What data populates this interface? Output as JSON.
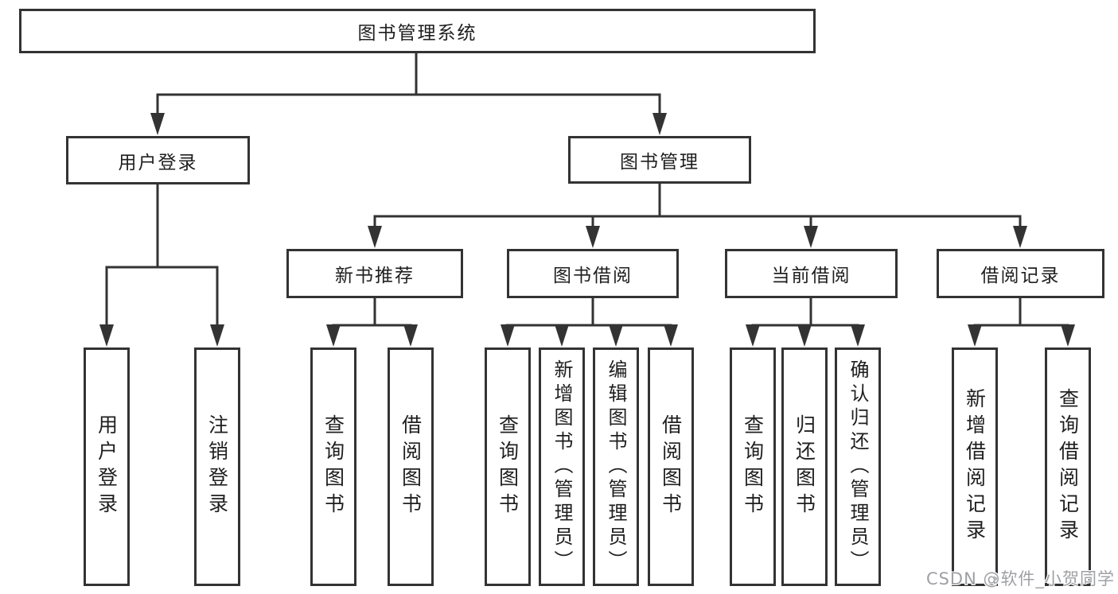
{
  "diagram": {
    "tree": {
      "label": "图书管理系统",
      "children": [
        {
          "label": "用户登录",
          "children": [
            {
              "label": "用户登录"
            },
            {
              "label": "注销登录"
            }
          ]
        },
        {
          "label": "图书管理",
          "children": [
            {
              "label": "新书推荐",
              "children": [
                {
                  "label": "查询图书"
                },
                {
                  "label": "借阅图书"
                }
              ]
            },
            {
              "label": "图书借阅",
              "children": [
                {
                  "label": "查询图书"
                },
                {
                  "label": "新增图书（管理员）"
                },
                {
                  "label": "编辑图书（管理员）"
                },
                {
                  "label": "借阅图书"
                }
              ]
            },
            {
              "label": "当前借阅",
              "children": [
                {
                  "label": "查询图书"
                },
                {
                  "label": "归还图书"
                },
                {
                  "label": "确认归还（管理员）"
                }
              ]
            },
            {
              "label": "借阅记录",
              "children": [
                {
                  "label": "新增借阅记录"
                },
                {
                  "label": "查询借阅记录"
                }
              ]
            }
          ]
        }
      ]
    }
  },
  "watermark": {
    "text": "CSDN @软件_小贺同学"
  },
  "colors": {
    "background": "#ffffff",
    "line": "#333333",
    "box_border": "#333333",
    "text": "#1f1f1f",
    "watermark": "#9fa0a4"
  }
}
